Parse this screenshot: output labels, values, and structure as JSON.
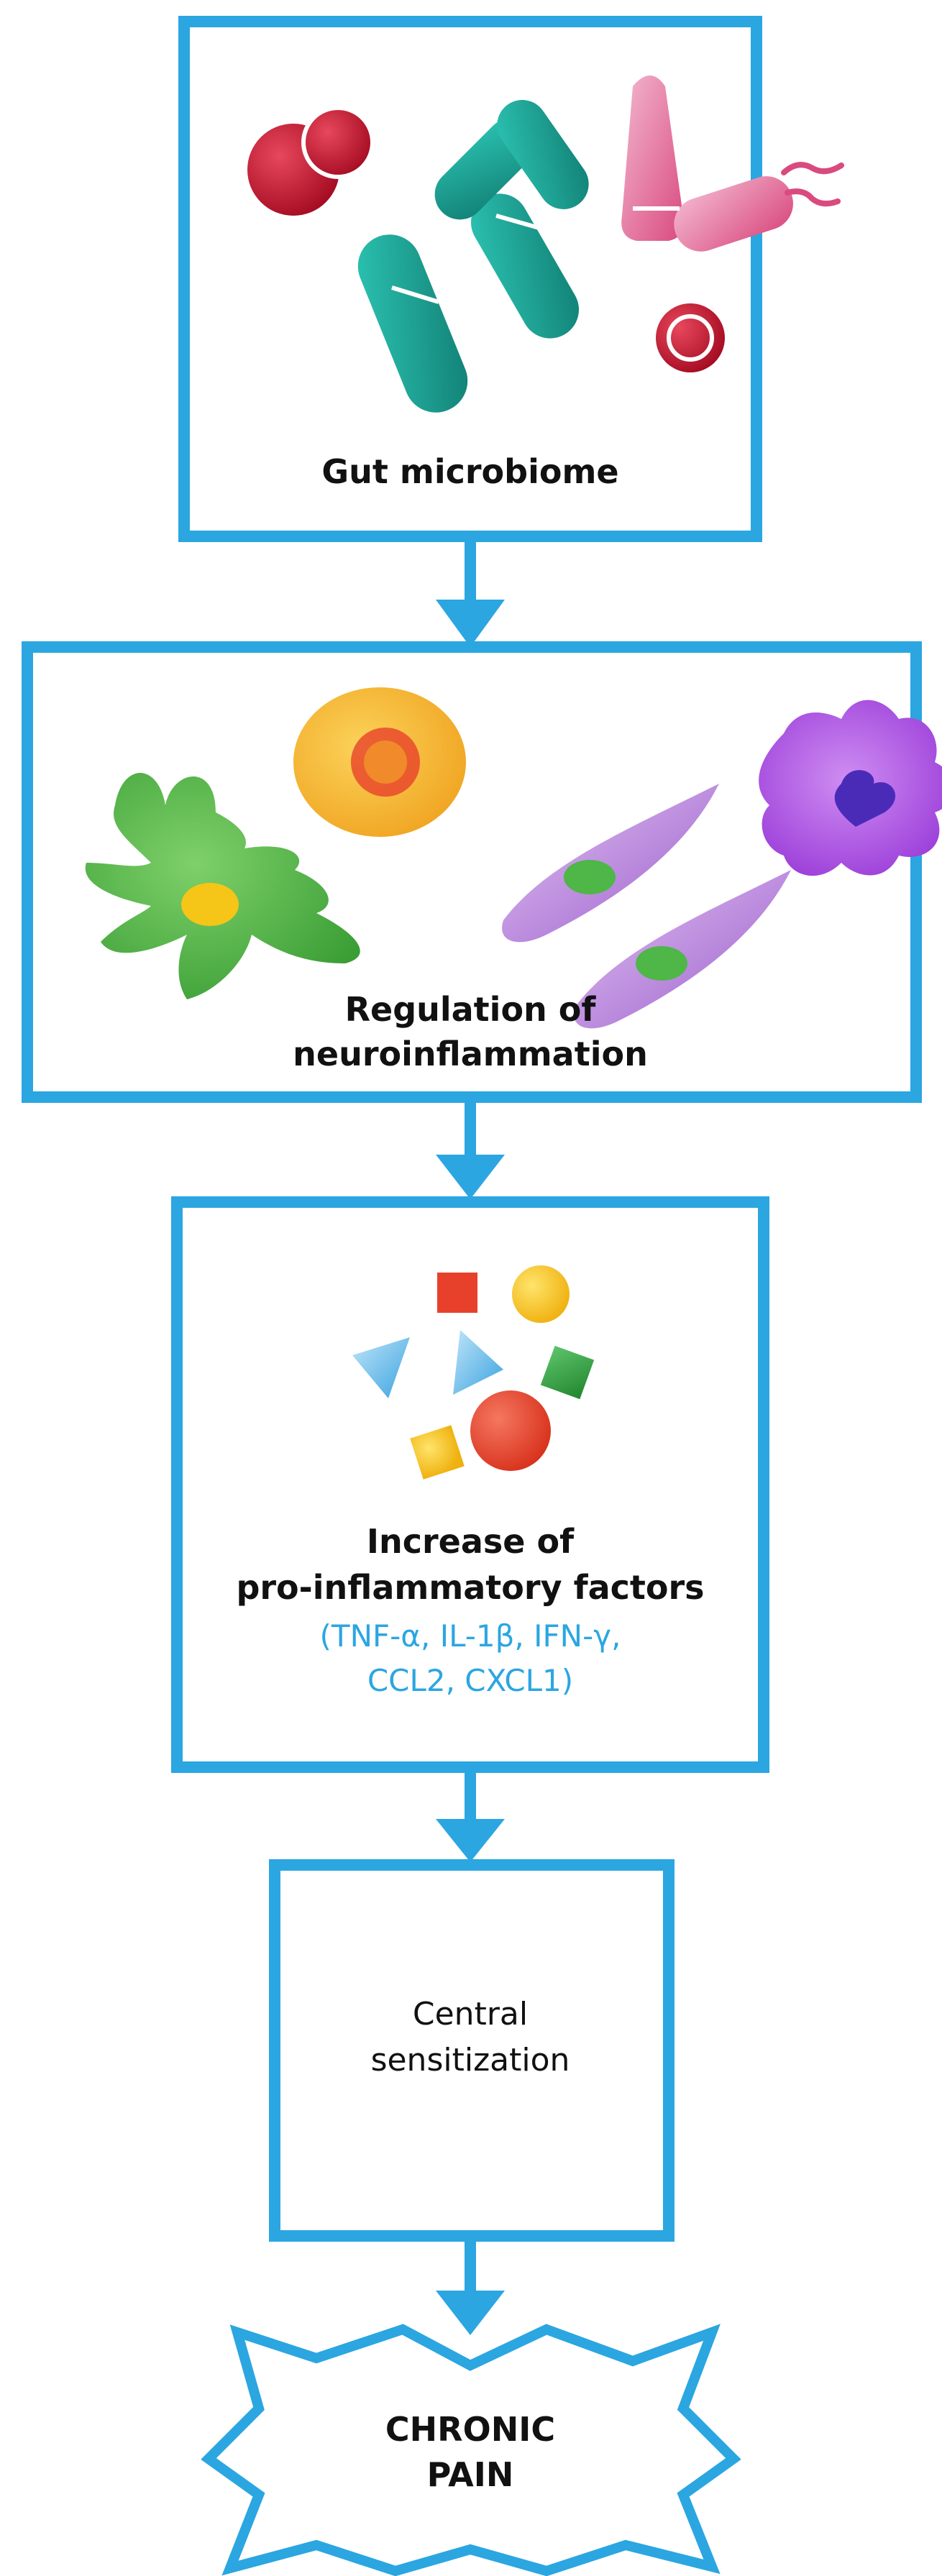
{
  "colors": {
    "accent": "#2ba6e1",
    "text": "#111111",
    "bacteria_red": "#c8102e",
    "bacteria_teal": "#1aa89a",
    "bacteria_pink": "#e05c8c",
    "cell_green": "#4fb648",
    "cell_yellow": "#f2b42a",
    "cell_violet": "#b07ad8",
    "cell_purple": "#a646e0",
    "factor_red": "#e8412b",
    "factor_yellow": "#f5c518",
    "factor_blue": "#3aa3e0",
    "factor_green": "#2e9e3e"
  },
  "nodes": {
    "gut": {
      "label": "Gut microbiome"
    },
    "neuro": {
      "line1": "Regulation of",
      "line2": "neuroinflammation"
    },
    "factors": {
      "line1": "Increase of",
      "line2": "pro-inflammatory factors",
      "detail1": "(TNF-α, IL-1β, IFN-γ,",
      "detail2": "CCL2, CXCL1)"
    },
    "central": {
      "line1": "Central",
      "line2": "sensitization"
    },
    "pain": {
      "line1": "CHRONIC",
      "line2": "PAIN"
    }
  },
  "edges": [
    {
      "from": "gut",
      "to": "neuro"
    },
    {
      "from": "neuro",
      "to": "factors"
    },
    {
      "from": "factors",
      "to": "central"
    },
    {
      "from": "central",
      "to": "pain"
    }
  ]
}
